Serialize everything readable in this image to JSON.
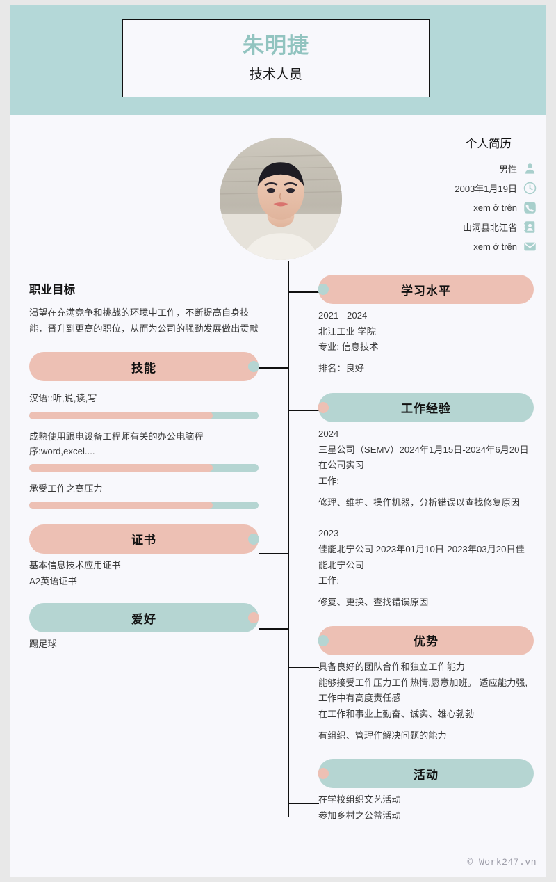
{
  "header": {
    "name": "朱明捷",
    "job_title": "技术人员",
    "band_color": "#b4d8d8",
    "name_color": "#92c4c0"
  },
  "personal": {
    "title": "个人简历",
    "rows": [
      {
        "icon": "person-icon",
        "text": "男性"
      },
      {
        "icon": "clock-icon",
        "text": "2003年1月19日"
      },
      {
        "icon": "phone-icon",
        "text": "xem ở trên"
      },
      {
        "icon": "contact-card-icon",
        "text": "山洞县北江省"
      },
      {
        "icon": "envelope-icon",
        "text": "xem ở trên"
      }
    ]
  },
  "objective": {
    "title": "职业目标",
    "text": "渴望在充满竞争和挑战的环境中工作，不断提高自身技能，晋升到更高的职位，从而为公司的强劲发展做出贡献"
  },
  "skills": {
    "heading": "技能",
    "pill_color": "#edc0b4",
    "dot_color": "#b5d5d2",
    "items": [
      {
        "label": "汉语::听,说,读,写",
        "percent": 80
      },
      {
        "label": "成熟使用跟电设备工程师有关的办公电脑程序:word,excel....",
        "percent": 80
      },
      {
        "label": "承受工作之高压力",
        "percent": 80
      }
    ]
  },
  "certificates": {
    "heading": "证书",
    "pill_color": "#edc0b4",
    "dot_color": "#b5d5d2",
    "items": [
      "基本信息技术应用证书",
      "A2英语证书"
    ]
  },
  "hobbies": {
    "heading": "爱好",
    "pill_color": "#b5d5d2",
    "dot_color": "#edc0b4",
    "items": [
      "踢足球"
    ]
  },
  "education": {
    "heading": "学习水平",
    "pill_color": "#edc0b4",
    "dot_color": "#b5d5d2",
    "years": "2021 - 2024",
    "school": "北江工业 学院",
    "major": "专业: 信息技术",
    "rank": "排名：良好"
  },
  "experience": {
    "heading": "工作经验",
    "pill_color": "#b5d5d2",
    "dot_color": "#edc0b4",
    "jobs": [
      {
        "year": "2024",
        "detail": "三星公司（SEMV）2024年1月15日-2024年6月20日在公司实习",
        "work_label": "工作:",
        "duties": "修理、维护、操作机器，分析错误以查找修复原因"
      },
      {
        "year": "2023",
        "detail": "佳能北宁公司 2023年01月10日-2023年03月20日佳能北宁公司",
        "work_label": "工作:",
        "duties": "修复、更换、查找错误原因"
      }
    ]
  },
  "strengths": {
    "heading": "优势",
    "pill_color": "#edc0b4",
    "dot_color": "#b5d5d2",
    "lines": [
      "具备良好的团队合作和独立工作能力",
      "能够接受工作压力工作热情,愿意加班。 适应能力强,工作中有高度责任感",
      "在工作和事业上勤奋、诚实、雄心勃勃",
      "有组织、管理作解决问题的能力"
    ]
  },
  "activities": {
    "heading": "活动",
    "pill_color": "#b5d5d2",
    "dot_color": "#edc0b4",
    "lines": [
      "在学校组织文艺活动",
      "参加乡村之公益活动"
    ]
  },
  "footer": {
    "watermark": "© Work247.vn"
  }
}
